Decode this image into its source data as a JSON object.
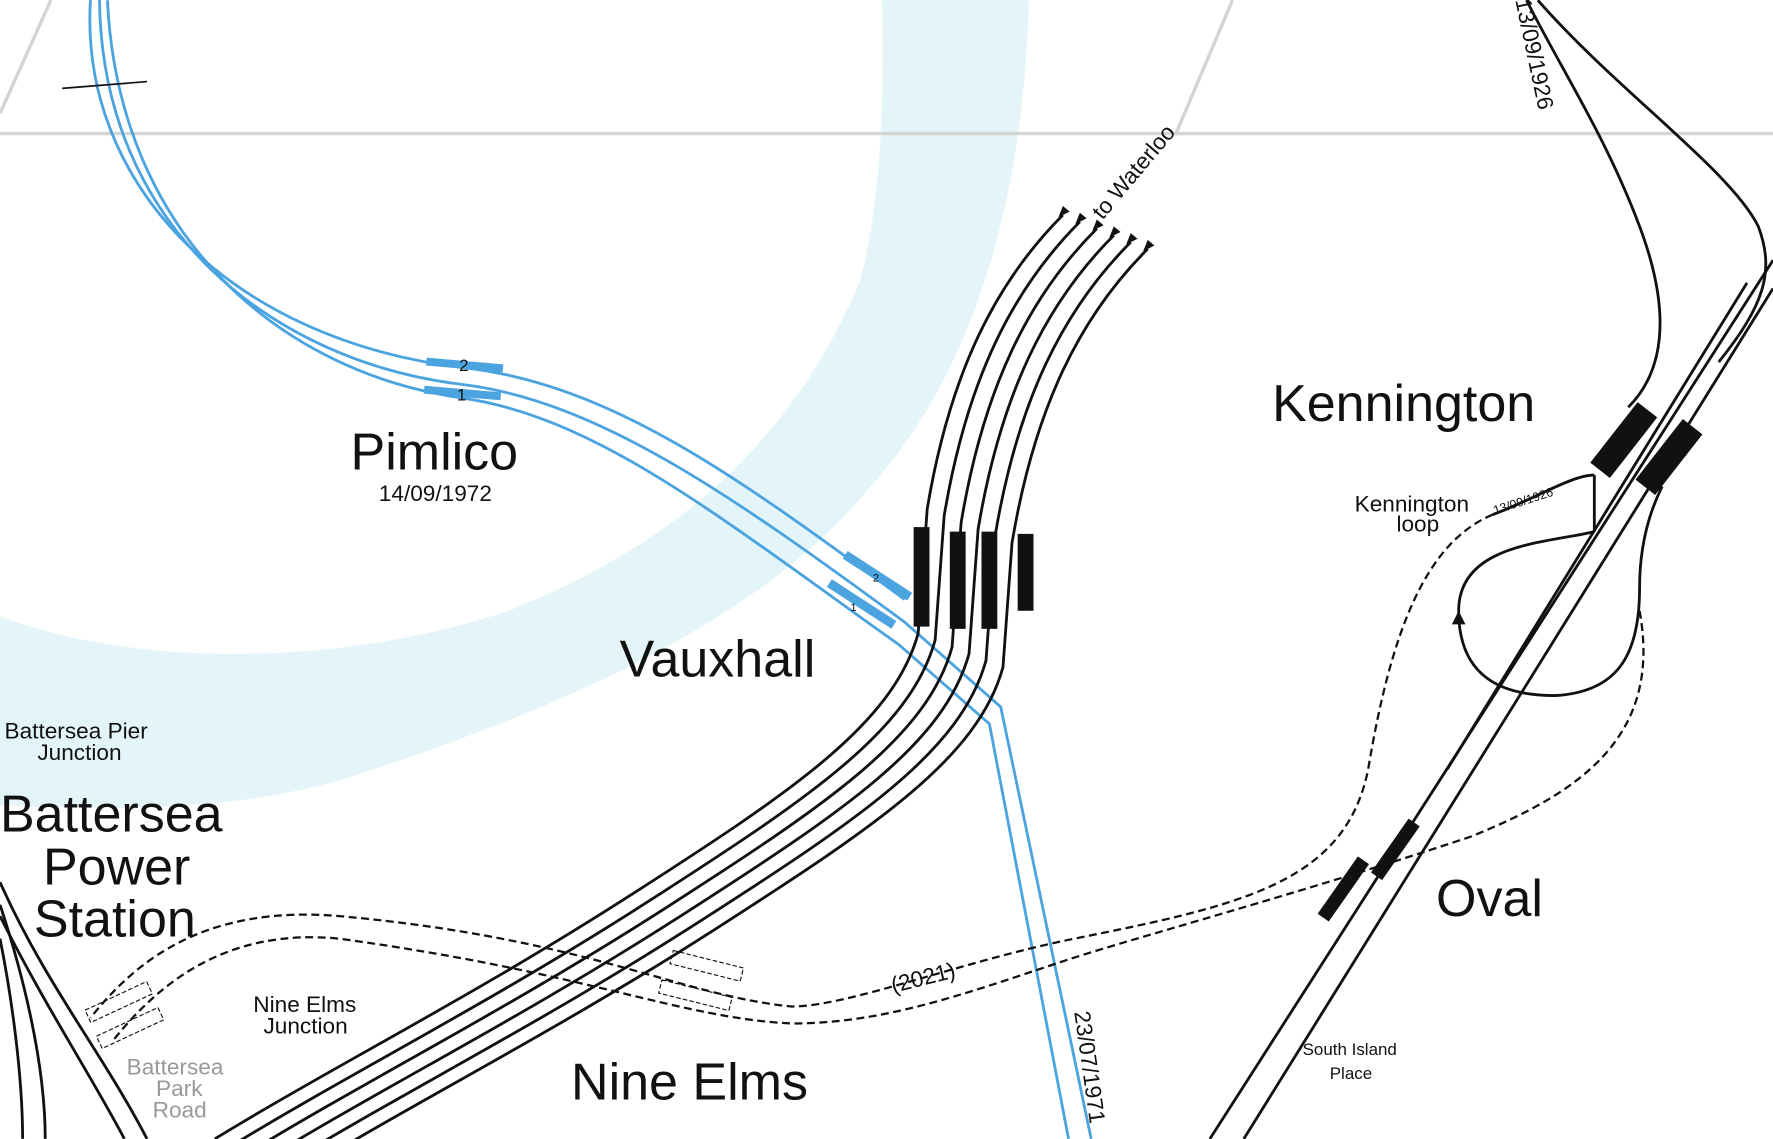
{
  "stations": {
    "pimlico": {
      "name": "Pimlico",
      "opened": "14/09/1972"
    },
    "vauxhall": {
      "name": "Vauxhall"
    },
    "kennington": {
      "name": "Kennington"
    },
    "oval": {
      "name": "Oval"
    },
    "nine_elms": {
      "name": "Nine Elms"
    },
    "battersea_power_station": {
      "line1": "Battersea",
      "line2": "Power",
      "line3": "Station"
    }
  },
  "labels": {
    "to_waterloo": "to Waterloo",
    "battersea_pier_junction": {
      "line1": "Battersea Pier",
      "line2": "Junction"
    },
    "nine_elms_junction": {
      "line1": "Nine Elms",
      "line2": "Junction"
    },
    "battersea_park_road": {
      "line1": "Battersea",
      "line2": "Park",
      "line3": "Road"
    },
    "kennington_loop": {
      "line1": "Kennington",
      "line2": "loop",
      "date": "13/09/1926"
    },
    "south_island_place": {
      "line1": "South Island",
      "line2": "Place"
    },
    "extension_year": "(2021)",
    "victoria_line_date": "23/07/1971",
    "northern_line_date": "13/09/1926"
  },
  "platform_numbers": {
    "pimlico": [
      "2",
      "1"
    ],
    "vauxhall_vic": [
      "2",
      "1"
    ]
  },
  "colors": {
    "river": "#e4f5fa",
    "victoria_line": "#4ba3e0",
    "track": "#111111",
    "road": "#d4d4d4"
  }
}
